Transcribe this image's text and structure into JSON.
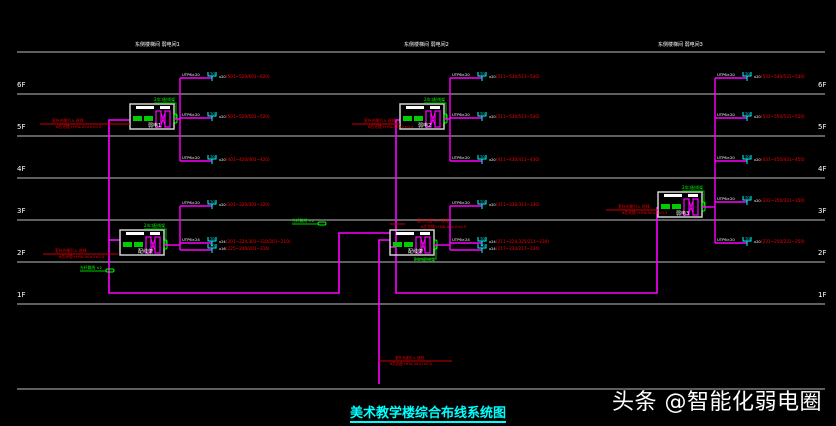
{
  "drawing": {
    "title": "美术教学楼综合布线系统图",
    "watermark": "头条 @智能化弱电圈",
    "colors": {
      "background": "#000000",
      "floor_line": "#7f7f7f",
      "trunk": "#ff00ff",
      "patch": "#00ff00",
      "label_red": "#ff0000",
      "outlet": "#00ffff",
      "text": "#ffffff"
    },
    "floors": [
      "6F",
      "5F",
      "4F",
      "3F",
      "2F",
      "1F"
    ],
    "column_headers": [
      "东侧楼梯间  弱电间1",
      "东侧楼梯间  弱电间2",
      "东侧楼梯间  弱电间3"
    ],
    "rooms": [
      {
        "id": "ids1",
        "cabinet_label": "弱电1",
        "patch_label": "24口配线架",
        "incoming_cable": [
          "室外光缆引入 进线",
          "6芯光缆+HYA-50×2×0.5"
        ],
        "outlets": [
          {
            "cable": "UTP6×20",
            "count": "20",
            "range": "(501~520/601~620)"
          },
          {
            "cable": "UTP6×20",
            "count": "20",
            "range": "(501~520/501~520)"
          },
          {
            "cable": "UTP6×20",
            "count": "20",
            "range": "(401~420/401~420)"
          }
        ]
      },
      {
        "id": "ids1b",
        "cabinet_label": "配线架",
        "patch_label": "24口配线架",
        "incoming_cable": [
          "室外光缆引入 进线",
          "6芯光缆+HYA-50×2×0.5"
        ],
        "outlets": [
          {
            "cable": "UTP6×20",
            "count": "20",
            "range": "(301~320/301~320)"
          },
          {
            "cable": "UTP6×24",
            "count": "24",
            "range": "(201~224,301~310/201~210)"
          },
          {
            "cable": "",
            "count": "16",
            "range": "(225~240/201~216)"
          }
        ],
        "fiber_label": "光纤跳线 ×2"
      },
      {
        "id": "ids2",
        "cabinet_label": "弱电2",
        "patch_label": "24口配线架",
        "incoming_cable": [
          "室外光缆引入 进线",
          "6芯光缆+HYA-50×2×0.5"
        ],
        "outlets": [
          {
            "cable": "UTP6×20",
            "count": "20",
            "range": "(511~530/511~530)"
          },
          {
            "cable": "UTP6×20",
            "count": "20",
            "range": "(511~530/511~530)"
          },
          {
            "cable": "UTP6×20",
            "count": "20",
            "range": "(411~430/411~430)"
          }
        ]
      },
      {
        "id": "ids2b",
        "cabinet_label": "配线架",
        "patch_label": "24口配线架",
        "incoming_cable": [
          "室外光缆引入 进线",
          "6芯光缆+HYA-50×2×0.5"
        ],
        "outlets": [
          {
            "cable": "UTP6×20",
            "count": "20",
            "range": "(311~330/311~330)"
          },
          {
            "cable": "UTP6×24",
            "count": "24",
            "range": "(211~224,325/211~230)"
          },
          {
            "cable": "",
            "count": "24",
            "range": "(217~234/217~234)"
          }
        ],
        "fiber_label": "光纤跳线 ×2"
      },
      {
        "id": "ids3",
        "cabinet_label": "弱电3",
        "patch_label": "24口配线架",
        "incoming_cable": [
          "室外光缆引入 进线",
          "6芯光缆+HYA-50×2×0.5"
        ],
        "outlets": [
          {
            "cable": "UTP6×20",
            "count": "20",
            "range": "(531~540/531~540)"
          },
          {
            "cable": "UTP6×20",
            "count": "20",
            "range": "(531~550/531~550)"
          },
          {
            "cable": "UTP6×20",
            "count": "20",
            "range": "(431~450/431~450)"
          },
          {
            "cable": "UTP6×20",
            "count": "20",
            "range": "(331~350/331~350)"
          },
          {
            "cable": "UTP6×20",
            "count": "20",
            "range": "(231~250/231~250)"
          }
        ]
      }
    ],
    "outlet_icon_label": "TO",
    "main_incoming": [
      "室外光缆引入 进线",
      "6芯光缆+HYA-50×2×0.5"
    ]
  }
}
